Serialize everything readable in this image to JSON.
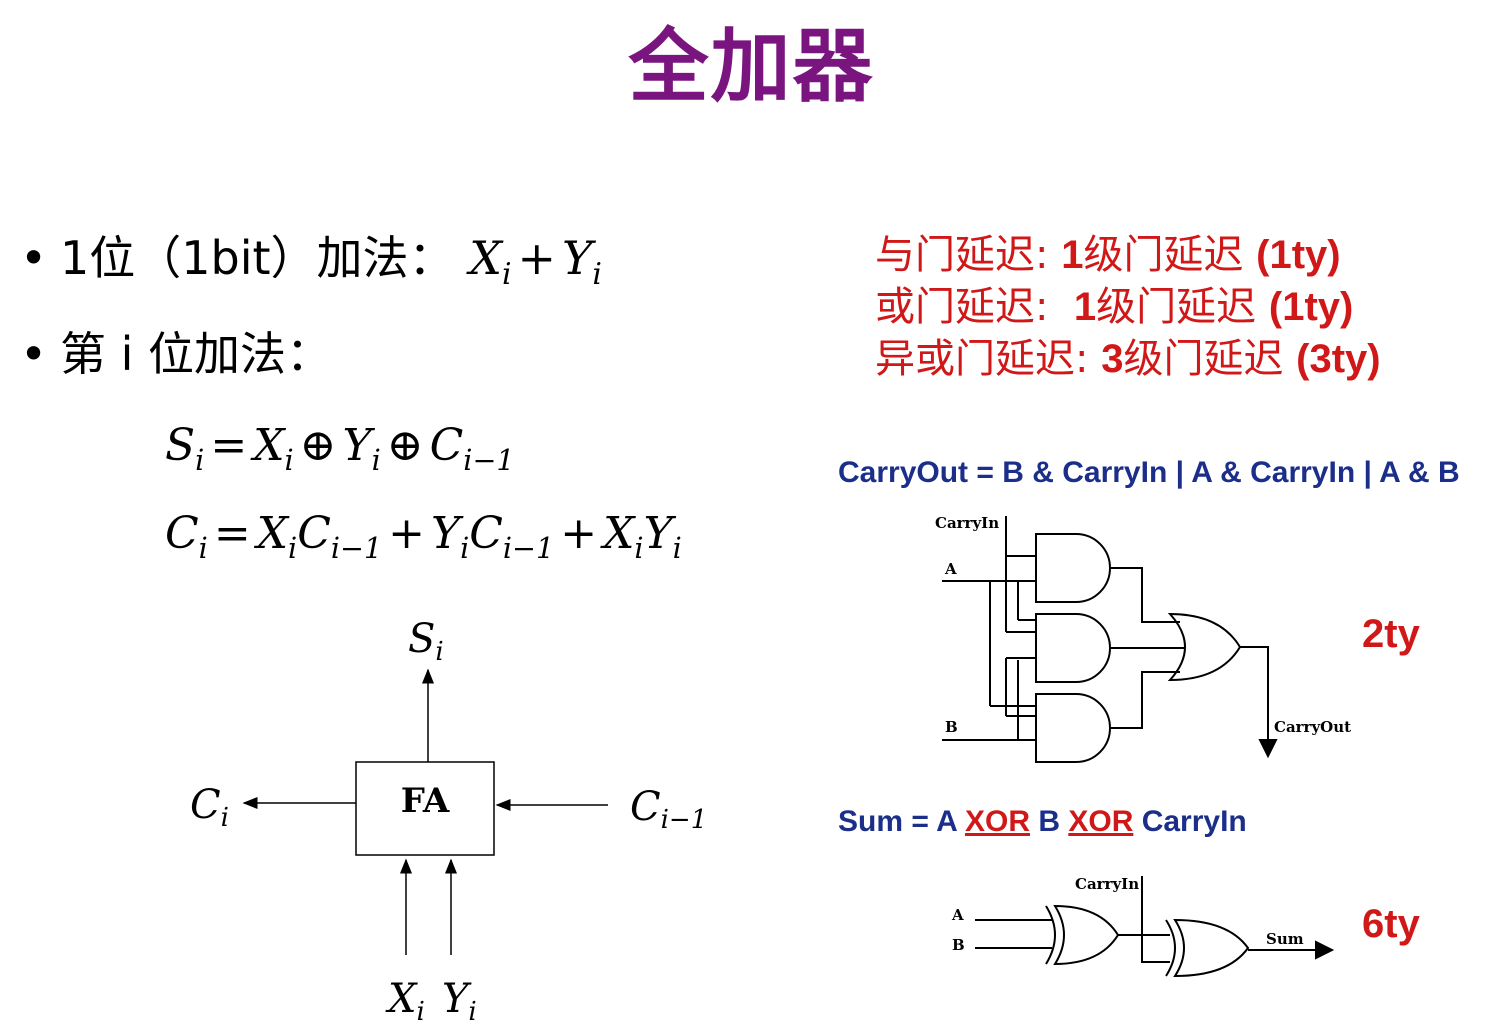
{
  "title": "全加器",
  "bullets": [
    {
      "text": "1位（1bit）加法：",
      "math": {
        "a": "X",
        "a_sub": "i",
        "op": "+",
        "b": "Y",
        "b_sub": "i"
      }
    },
    {
      "text": "第 i 位加法："
    }
  ],
  "equations": {
    "sum": {
      "lhs": "S",
      "lhs_sub": "i",
      "op1": "⊕",
      "op2": "⊕",
      "t1": "X",
      "t1_sub": "i",
      "t2": "Y",
      "t2_sub": "i",
      "t3": "C",
      "t3_sub": "i−1"
    },
    "carry": {
      "lhs": "C",
      "lhs_sub": "i",
      "t1a": "X",
      "t1a_sub": "i",
      "t1b": "C",
      "t1b_sub": "i−1",
      "t2a": "Y",
      "t2a_sub": "i",
      "t2b": "C",
      "t2b_sub": "i−1",
      "t3a": "X",
      "t3a_sub": "i",
      "t3b": "Y",
      "t3b_sub": "i"
    }
  },
  "delays": [
    {
      "label": "与门延迟:",
      "value": "1",
      "unit": "级门延迟",
      "ty": "(1ty)"
    },
    {
      "label": "或门延迟:",
      "value": "1",
      "unit": "级门延迟",
      "ty": "(1ty)"
    },
    {
      "label": "异或门延迟:",
      "value": "3",
      "unit": "级门延迟",
      "ty": "(3ty)"
    }
  ],
  "fa_block": {
    "label": "FA",
    "top": {
      "v": "S",
      "sub": "i"
    },
    "left": {
      "v": "C",
      "sub": "i"
    },
    "right": {
      "v": "C",
      "sub": "i−1"
    },
    "bottom_x": {
      "v": "X",
      "sub": "i"
    },
    "bottom_y": {
      "v": "Y",
      "sub": "i"
    }
  },
  "carry_circuit": {
    "formula": "CarryOut = B & CarryIn  |  A & CarryIn  |  A & B",
    "labels": {
      "carryin": "CarryIn",
      "a": "A",
      "b": "B",
      "carryout": "CarryOut"
    },
    "delay": "2ty"
  },
  "sum_circuit": {
    "formula_parts": [
      "Sum = A ",
      "XOR",
      " B ",
      "XOR",
      " CarryIn"
    ],
    "labels": {
      "carryin": "CarryIn",
      "a": "A",
      "b": "B",
      "sum": "Sum"
    },
    "delay": "6ty"
  }
}
